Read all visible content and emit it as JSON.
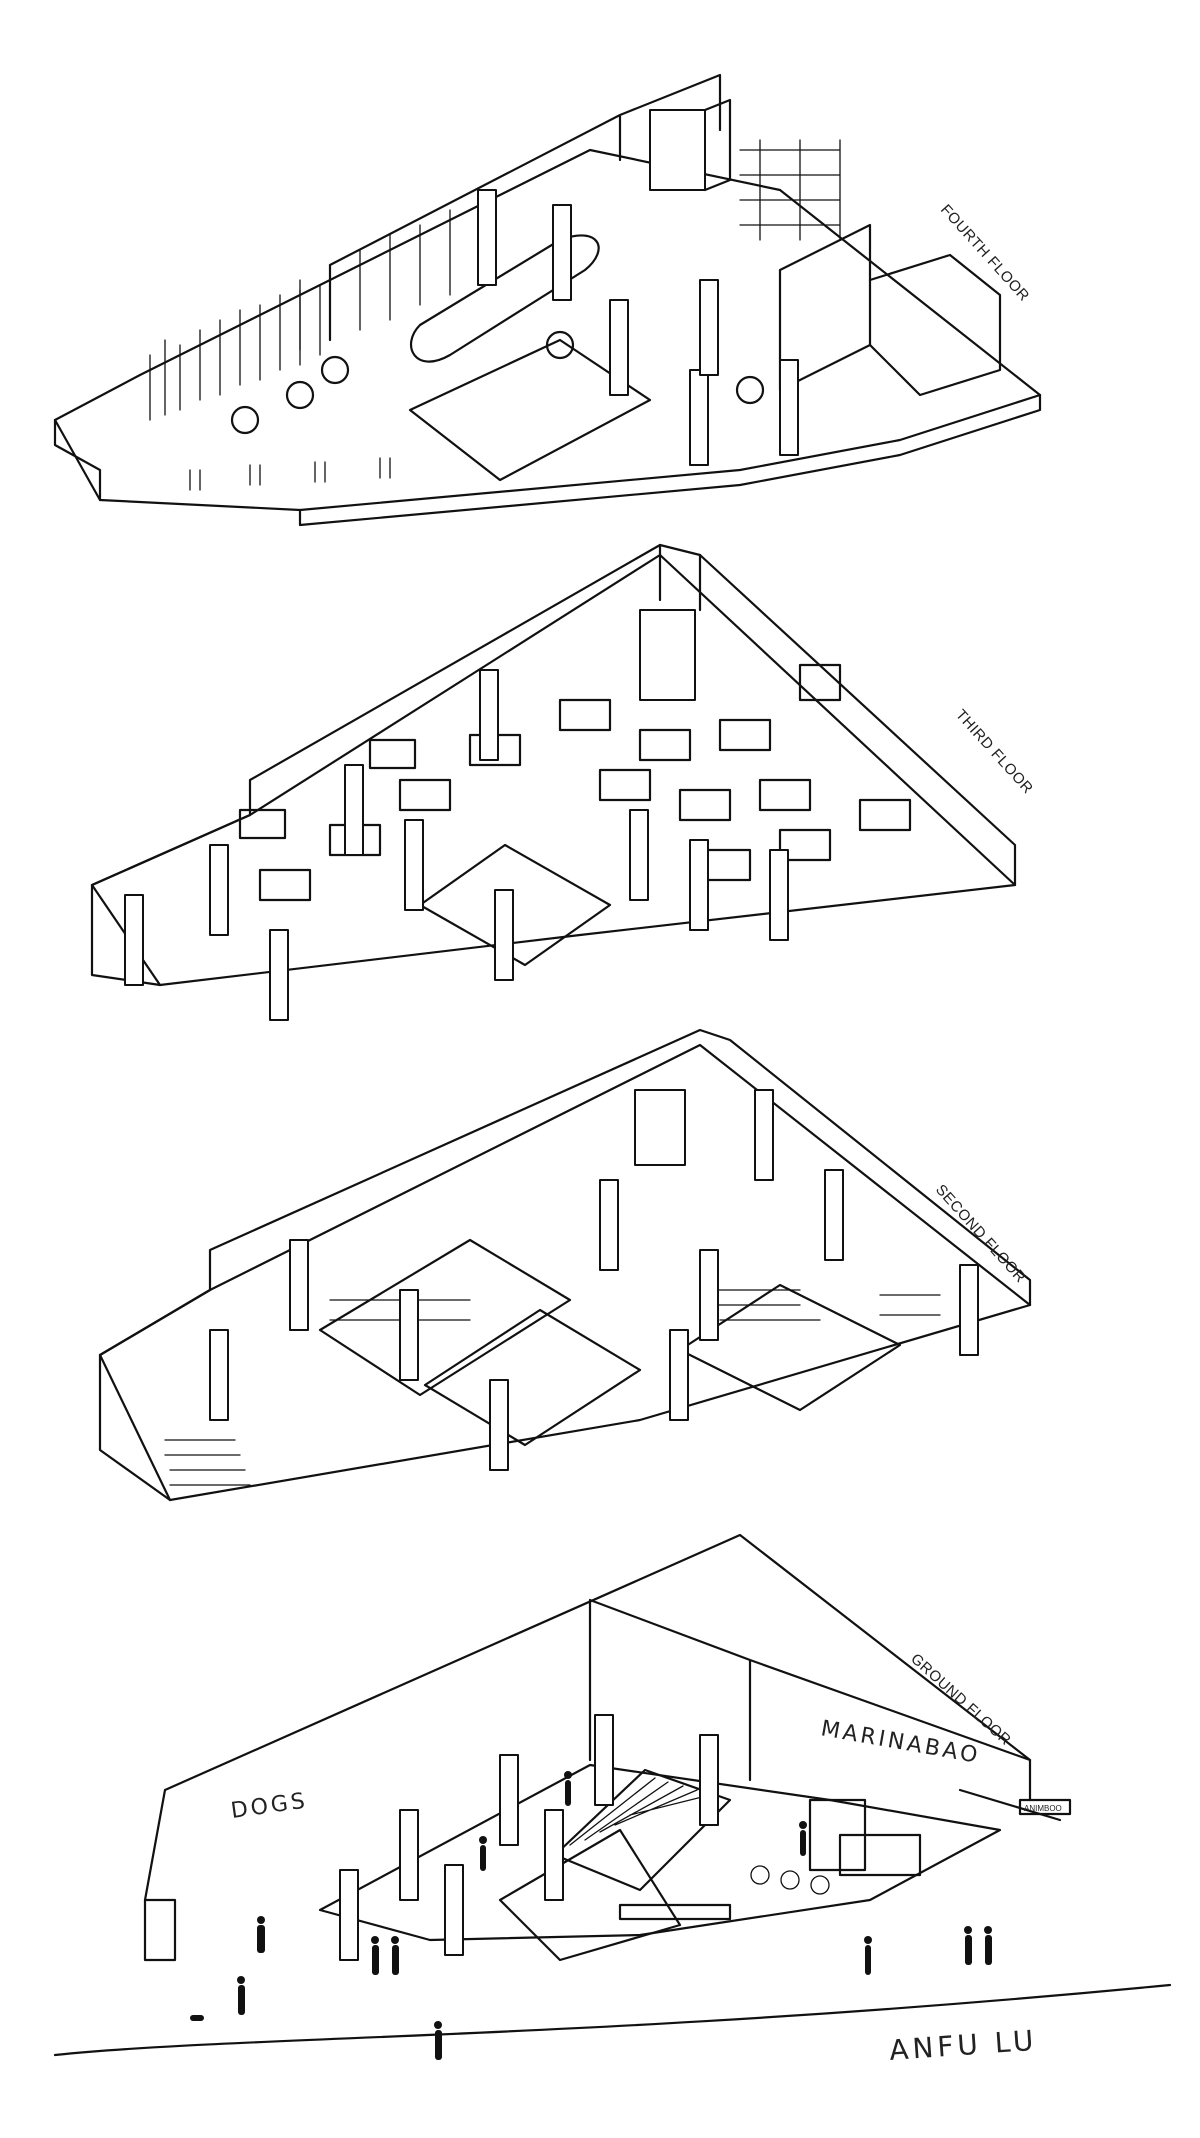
{
  "floors": [
    {
      "id": "fourth",
      "label": "FOURTH FLOOR"
    },
    {
      "id": "third",
      "label": "THIRD FLOOR"
    },
    {
      "id": "second",
      "label": "SECOND FLOOR"
    },
    {
      "id": "ground",
      "label": "GROUND FLOOR"
    }
  ],
  "annotations": {
    "dogs": "DOGS",
    "shop_sign": "MARINABAO",
    "small_sign": "ANIMBOO",
    "street": "ANFU LU"
  },
  "colors": {
    "ink": "#111111",
    "paper": "#ffffff"
  }
}
